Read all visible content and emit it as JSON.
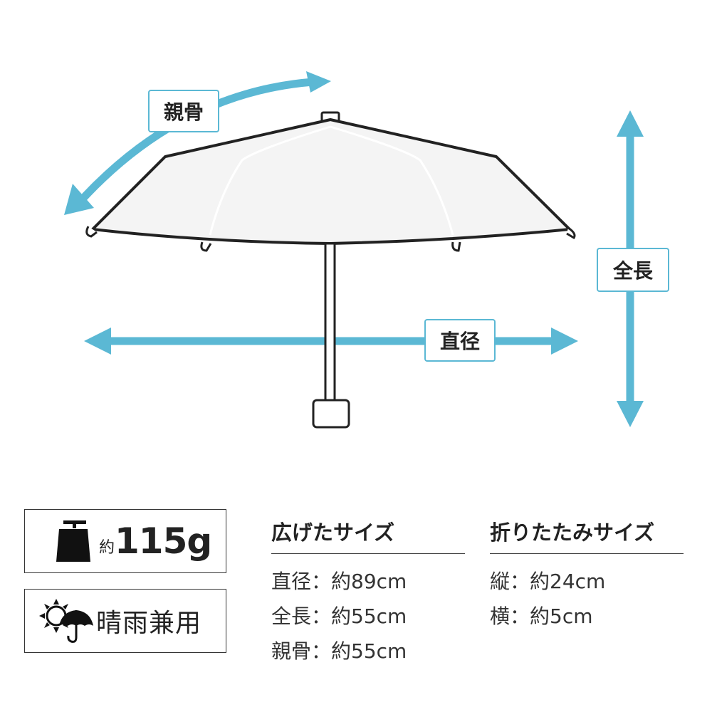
{
  "labels": {
    "ribs": "親骨",
    "total_length": "全長",
    "diameter": "直径"
  },
  "weight": {
    "prefix": "約",
    "value": "115g"
  },
  "usage": "晴雨兼用",
  "open_size": {
    "heading": "広げたサイズ",
    "items": [
      "直径：約89cm",
      "全長：約55cm",
      "親骨：約55cm"
    ]
  },
  "folded_size": {
    "heading": "折りたたみサイズ",
    "items": [
      "縦：約24cm",
      "横：約5cm"
    ]
  },
  "colors": {
    "accent": "#5bb8d4",
    "outline": "#222222"
  },
  "icons": [
    "weight-icon",
    "sun-rain-umbrella-icon"
  ]
}
